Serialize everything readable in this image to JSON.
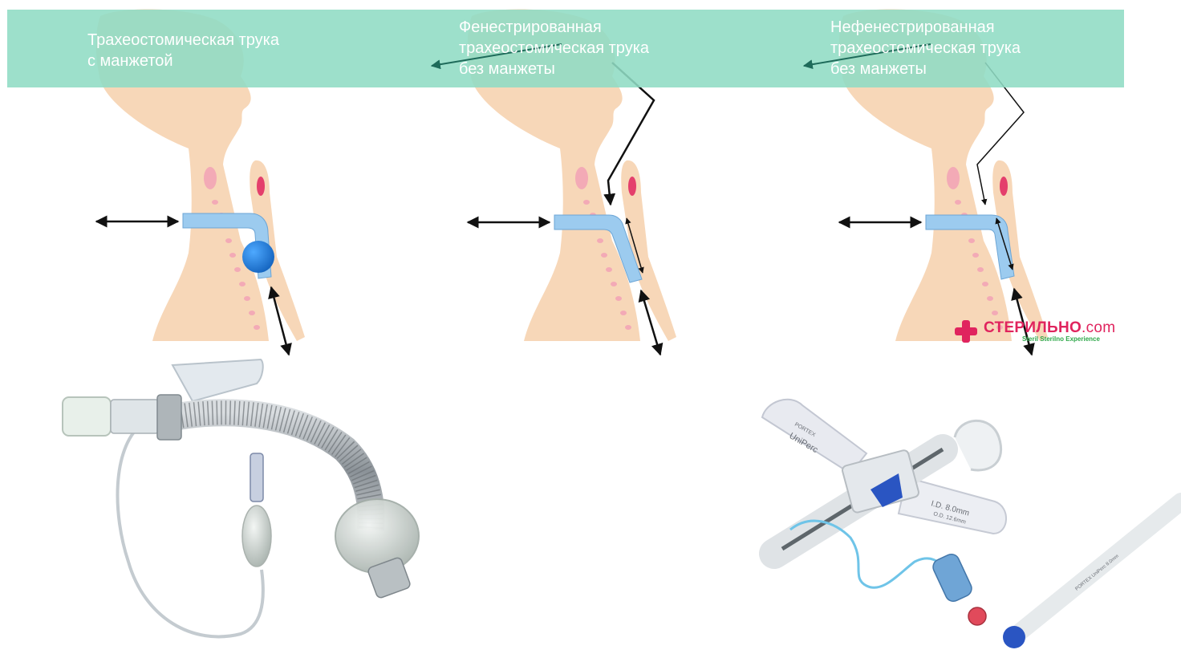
{
  "labels": {
    "cuffed": [
      "Трахеостомическая трука",
      "с манжетой"
    ],
    "fenestrated": [
      "Фенестрированная",
      "трахеостомическая трука",
      "без манжеты"
    ],
    "nonfenestrated": [
      "Нефенестрированная",
      "трахеостомическая трука",
      "без манжеты"
    ]
  },
  "logo": {
    "brand": "СТЕРИЛЬНО",
    "domain": ".com",
    "tagline": "Steril Sterilno Experience"
  },
  "device_print": {
    "brand": "PORTEX",
    "model": "UniPerc",
    "id": "I.D. 8.0mm",
    "od": "O.D. 12.6mm",
    "obturator": "PORTEX UniPerc 8.0mm"
  },
  "colors": {
    "banner": "#8fdcc4",
    "skin": "#f7d7b8",
    "tube": "#9ccbef",
    "cuff": "#1e88e5",
    "arrow": "#111111",
    "brand": "#e0245e",
    "tagline": "#2ea84a"
  }
}
